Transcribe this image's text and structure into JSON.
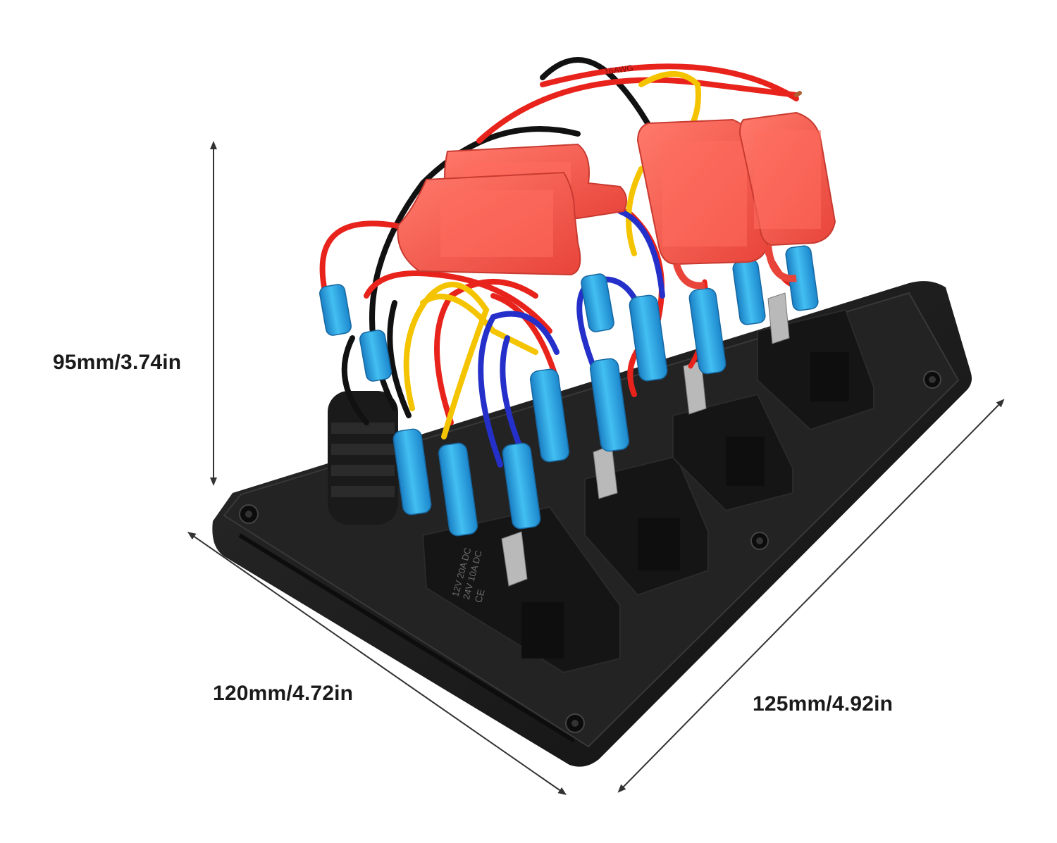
{
  "dimensions": {
    "height": "95mm/3.74in",
    "width": "120mm/4.72in",
    "depth": "125mm/4.92in"
  },
  "switch_marking": {
    "line1": "12V 20A DC",
    "line2": "24V 10A DC",
    "mark": "CE"
  },
  "wire_print": "16AWG",
  "colors": {
    "panel": "#1b1b1b",
    "fuse_holder": "#f2574b",
    "wire_red": "#e8231c",
    "wire_yellow": "#f5c400",
    "wire_blue": "#2430c9",
    "terminal_blue": "#2aa6e6",
    "arrow": "#333333"
  }
}
